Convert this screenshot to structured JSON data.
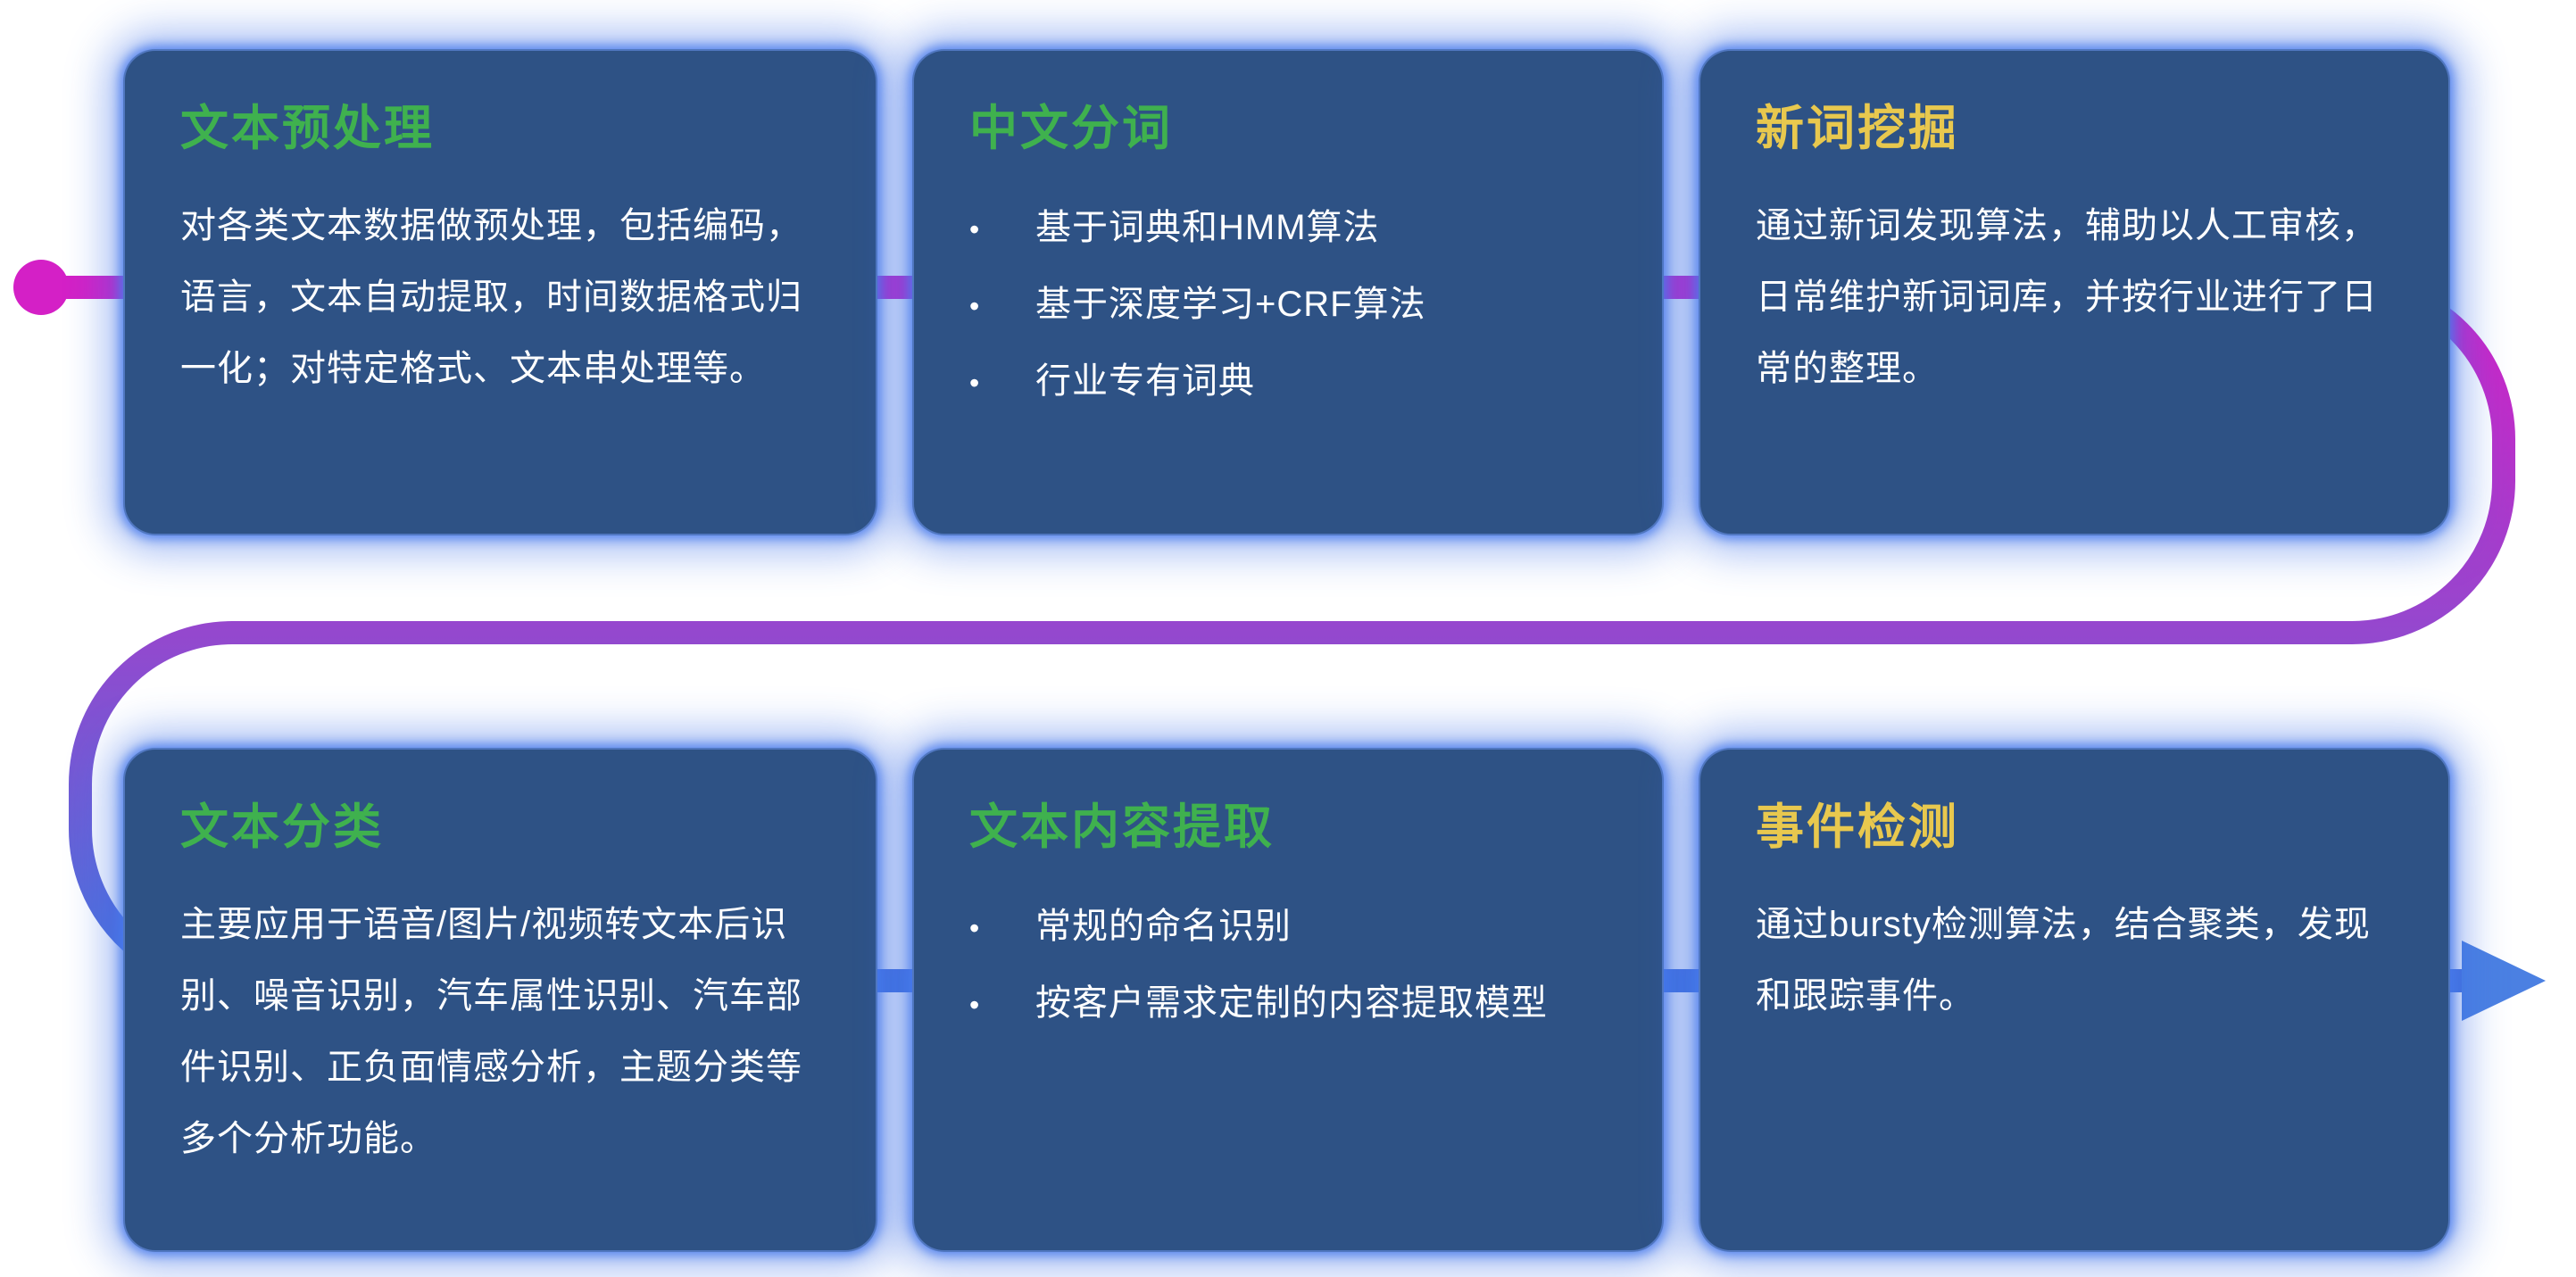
{
  "ui": {
    "bullet_glyph": "•"
  },
  "colors": {
    "card_background": "#2e5285",
    "card_glow": "#3f74e8",
    "title_green": "#3fb14e",
    "title_yellow": "#e8c84e",
    "body_text": "#ffffff",
    "flow_start_magenta": "#d420c6",
    "flow_mid_purple": "#9448ce",
    "flow_end_blue": "#4574de",
    "arrow_blue": "#4b80e2"
  },
  "cards": [
    {
      "id": "text-preprocessing",
      "title": "文本预处理",
      "body": "对各类文本数据做预处理，包括编码，语言，文本自动提取，时间数据格式归一化；对特定格式、文本串处理等。"
    },
    {
      "id": "chinese-word-segmentation",
      "title": "中文分词",
      "bullets": [
        "基于词典和HMM算法",
        "基于深度学习+CRF算法",
        "行业专有词典"
      ]
    },
    {
      "id": "new-word-mining",
      "title": "新词挖掘",
      "body": "通过新词发现算法，辅助以人工审核，日常维护新词词库，并按行业进行了日常的整理。"
    },
    {
      "id": "text-classification",
      "title": "文本分类",
      "body": "主要应用于语音/图片/视频转文本后识别、噪音识别，汽车属性识别、汽车部件识别、正负面情感分析，主题分类等多个分析功能。"
    },
    {
      "id": "text-content-extraction",
      "title": "文本内容提取",
      "bullets": [
        "常规的命名识别",
        "按客户需求定制的内容提取模型"
      ]
    },
    {
      "id": "event-detection",
      "title": "事件检测",
      "body": "通过bursty检测算法，结合聚类，发现和跟踪事件。"
    }
  ]
}
